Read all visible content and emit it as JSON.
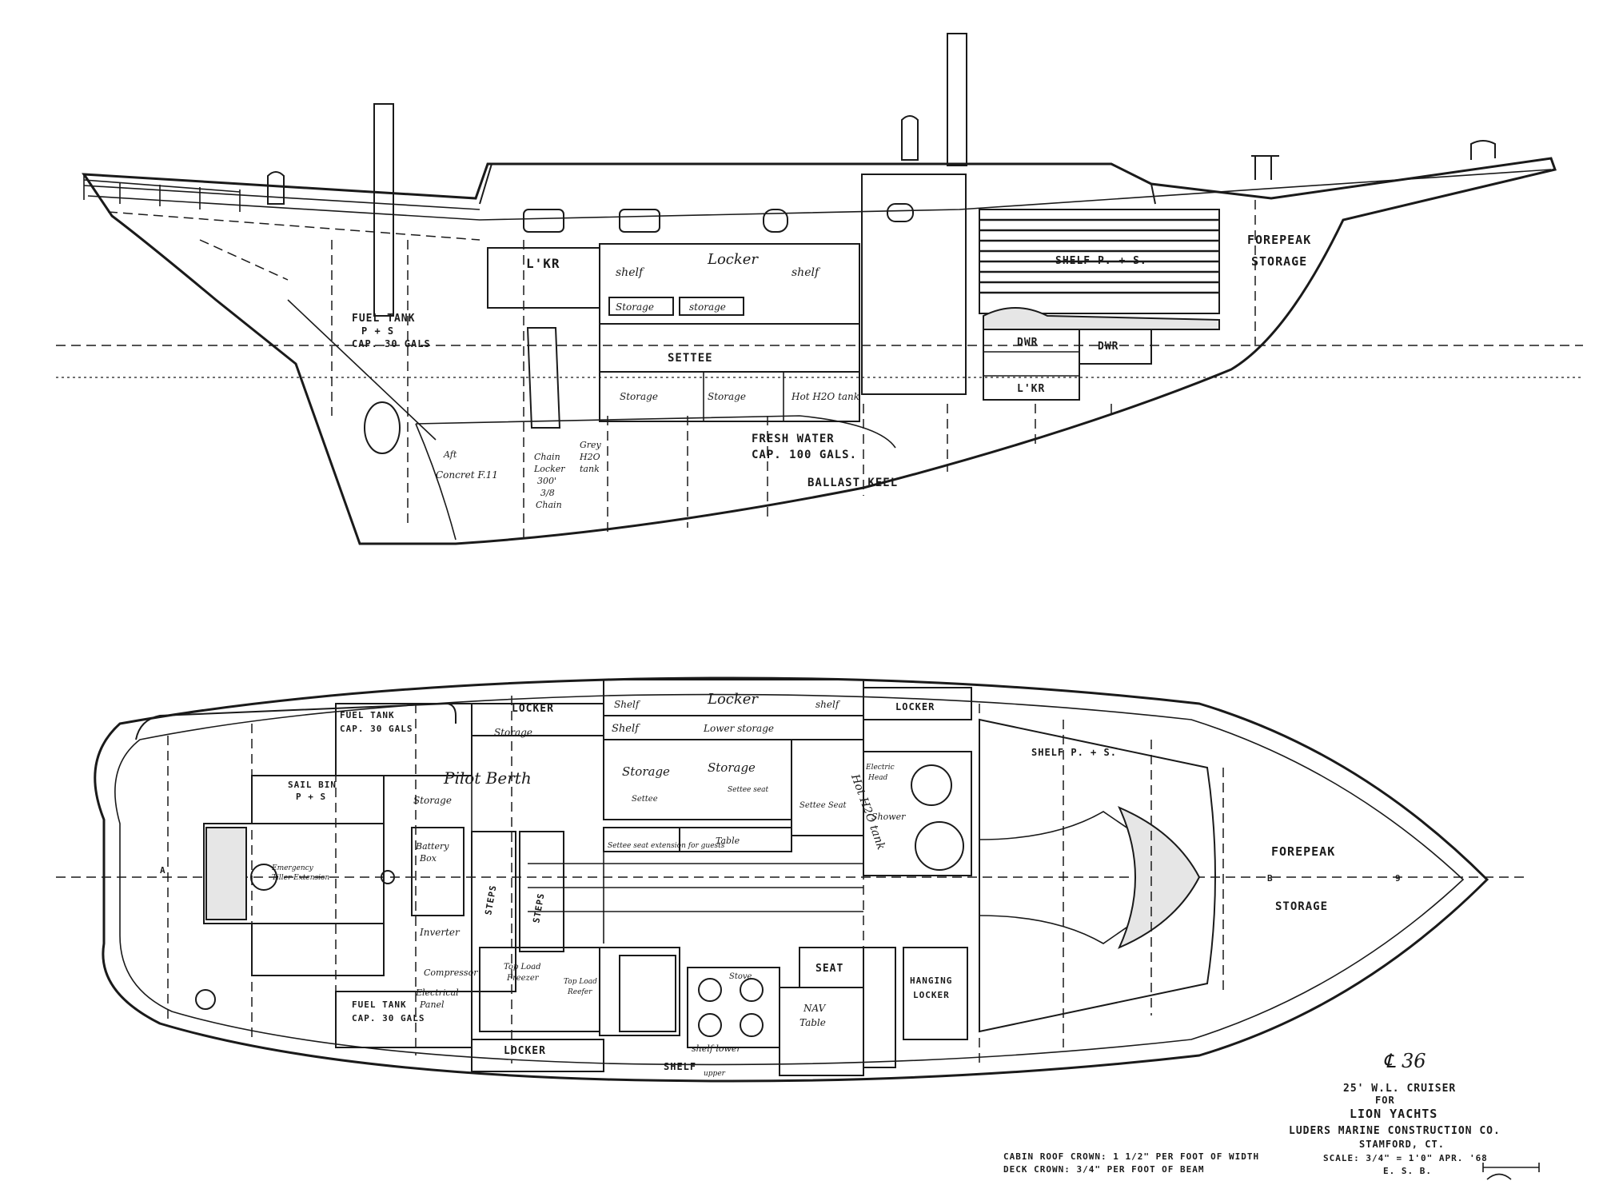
{
  "profile": {
    "labels": {
      "lkr": "L'KR",
      "shelf_left": "shelf",
      "locker": "Locker",
      "shelf_right": "shelf",
      "storage_1": "Storage",
      "storage_2": "storage",
      "settee": "SETTEE",
      "storage_3": "Storage",
      "storage_4": "Storage",
      "hot_water": "Hot H2O tank",
      "fuel_tank_1": "FUEL TANK",
      "fuel_tank_2": "P + S",
      "fuel_tank_3": "CAP. 30 GALS",
      "fresh_water_1": "FRESH WATER",
      "fresh_water_2": "CAP. 100 GALS.",
      "ballast_keel": "BALLAST KEEL",
      "chain_1": "Chain",
      "chain_2": "Locker",
      "chain_3": "300'",
      "chain_4": "3/8",
      "chain_5": "Chain",
      "grey_1": "Grey",
      "grey_2": "H2O",
      "grey_3": "tank",
      "aft_1": "Aft",
      "aft_2": "Concret F.11",
      "shelf_ps": "SHELF P. + S.",
      "dwr_1": "DWR",
      "dwr_2": "DWR",
      "lkr_2": "L'KR",
      "forepeak": "FOREPEAK",
      "storage_fwd": "STORAGE"
    }
  },
  "plan": {
    "labels": {
      "locker_top": "LOCKER",
      "fuel_tank_top_1": "FUEL TANK",
      "fuel_tank_top_2": "CAP. 30 GALS",
      "sail_bin_1": "SAIL BIN",
      "sail_bin_2": "P + S",
      "storage_pb": "Storage",
      "pilot_berth": "Pilot Berth",
      "storage_left": "Storage",
      "battery_1": "Battery",
      "battery_2": "Box",
      "emergency_1": "Emergency",
      "emergency_2": "Tiller Extension",
      "inverter": "Inverter",
      "compressor": "Compressor",
      "electrical_1": "Electrical",
      "electrical_2": "Panel",
      "fuel_tank_bot_1": "FUEL TANK",
      "fuel_tank_bot_2": "CAP. 30 GALS",
      "steps": "STEPS",
      "steps_2": "STEPS",
      "shelf_a": "Shelf",
      "locker_b": "Locker",
      "shelf_b": "shelf",
      "shelf_c": "Shelf",
      "lower_storage": "Lower storage",
      "storage_c1": "Storage",
      "storage_c2": "Storage",
      "settee_seat_1": "Settee",
      "settee_seat_2": "Settee seat",
      "settee_seat_3": "Settee Seat",
      "hot_h2o": "Hot H2O tank",
      "settee_ext": "Settee seat extension for guests",
      "table": "Table",
      "locker_right": "LOCKER",
      "electric_head_1": "Electric",
      "electric_head_2": "Head",
      "shower": "Shower",
      "shelf_ps_plan": "SHELF P. + S.",
      "forepeak": "FOREPEAK",
      "storage_fwd": "STORAGE",
      "locker_bottom": "LOCKER",
      "shelf_bottom": "SHELF",
      "shelf_lower": "shelf lower",
      "shelf_upper": "upper",
      "fridge_1": "Top Load",
      "fridge_2": "Freezer",
      "fridge_3": "Top Load",
      "fridge_4": "Reefer",
      "stove": "Stove",
      "seat": "SEAT",
      "nav_table_1": "NAV",
      "nav_table_2": "Table",
      "hanging_1": "HANGING",
      "hanging_2": "LOCKER",
      "station_a": "A",
      "station_b": "B",
      "station_9": "9"
    }
  },
  "title_block": {
    "design_no": "℄ 36",
    "line1": "25' W.L. CRUISER",
    "line2": "FOR",
    "line3": "LION YACHTS",
    "line4": "LUDERS MARINE CONSTRUCTION CO.",
    "line5": "STAMFORD, CT.",
    "line6": "SCALE: 3/4\" = 1'0\"   APR. '68",
    "line7": "E. S. B.",
    "cabin_roof": "CABIN ROOF CROWN: 1 1/2\" PER FOOT OF WIDTH",
    "deck_crown": "DECK CROWN: 3/4\" PER FOOT OF BEAM"
  }
}
